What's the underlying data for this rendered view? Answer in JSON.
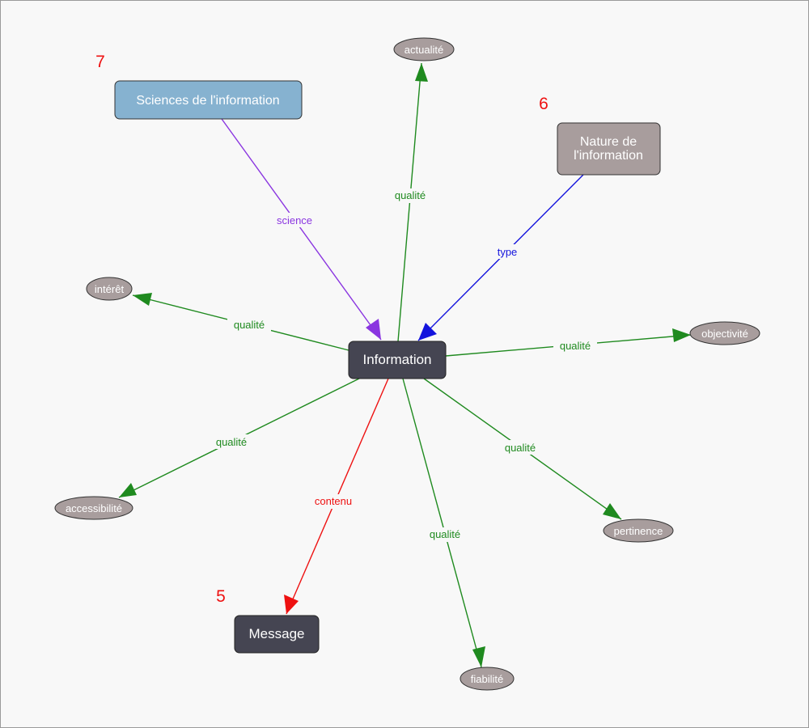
{
  "colors": {
    "background": "#f8f8f8",
    "border": "#9a9a9a",
    "dark_node_fill": "#454552",
    "grey_node_fill": "#a89d9d",
    "blue_node_fill": "#86b2d0",
    "quality_edge": "#1f8a1f",
    "science_edge": "#8a35e0",
    "type_edge": "#1414dd",
    "content_edge": "#ee1111",
    "badge": "#ee1111"
  },
  "diagram": {
    "nodes": {
      "information": "Information",
      "message": "Message",
      "sciences": "Sciences de l'information",
      "nature_line1": "Nature de",
      "nature_line2": "l'information",
      "actualite": "actualité",
      "interet": "intérêt",
      "objectivite": "objectivité",
      "accessibilite": "accessibilité",
      "pertinence": "pertinence",
      "fiabilite": "fiabilité"
    },
    "edge_labels": {
      "science": "science",
      "type": "type",
      "contenu": "contenu",
      "qualite_actualite": "qualité",
      "qualite_interet": "qualité",
      "qualite_objectivite": "qualité",
      "qualite_accessibilite": "qualité",
      "qualite_pertinence": "qualité",
      "qualite_fiabilite": "qualité"
    },
    "badges": {
      "message": "5",
      "nature": "6",
      "sciences": "7"
    }
  }
}
